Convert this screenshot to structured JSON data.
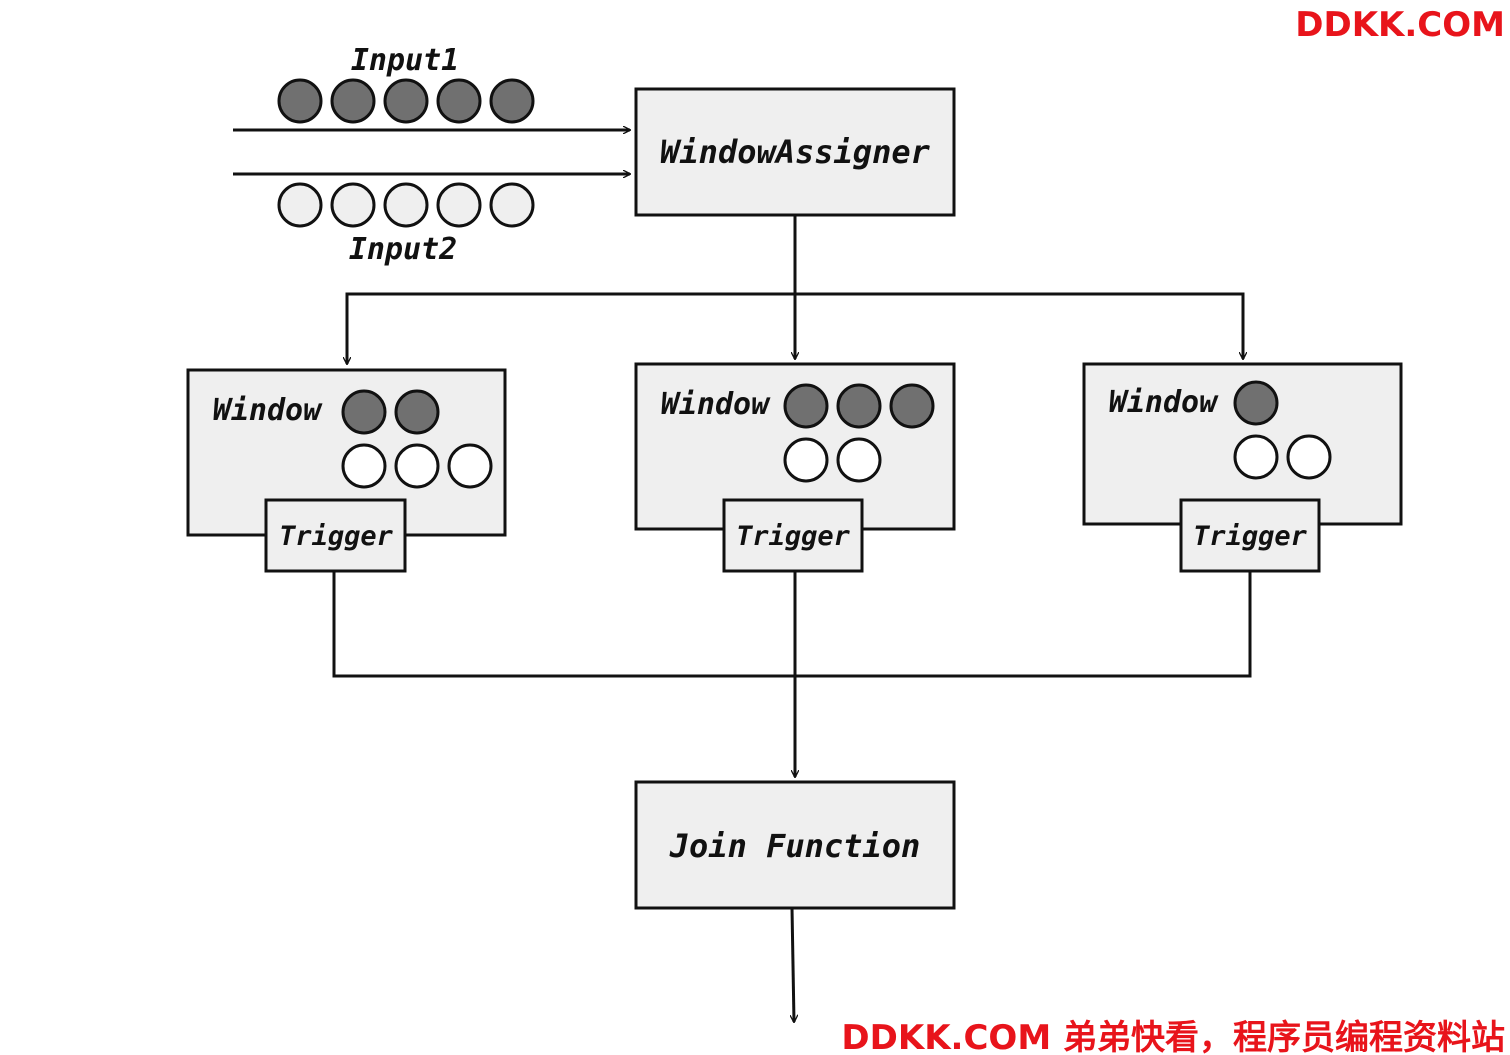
{
  "colors": {
    "stroke": "#111111",
    "box_fill": "#efefef",
    "element_dark": "#707070",
    "element_light": "#efefef",
    "watermark": "#e8141b"
  },
  "inputs": {
    "input1_label": "Input1",
    "input2_label": "Input2",
    "input1_count": 5,
    "input2_count": 5
  },
  "assigner": {
    "label": "WindowAssigner"
  },
  "windows": [
    {
      "label": "Window",
      "dark_count": 2,
      "light_count": 3,
      "trigger_label": "Trigger"
    },
    {
      "label": "Window",
      "dark_count": 3,
      "light_count": 2,
      "trigger_label": "Trigger"
    },
    {
      "label": "Window",
      "dark_count": 1,
      "light_count": 2,
      "trigger_label": "Trigger"
    }
  ],
  "join": {
    "label": "Join Function"
  },
  "watermark": {
    "top": "DDKK.COM",
    "bottom": "DDKK.COM 弟弟快看，程序员编程资料站"
  }
}
